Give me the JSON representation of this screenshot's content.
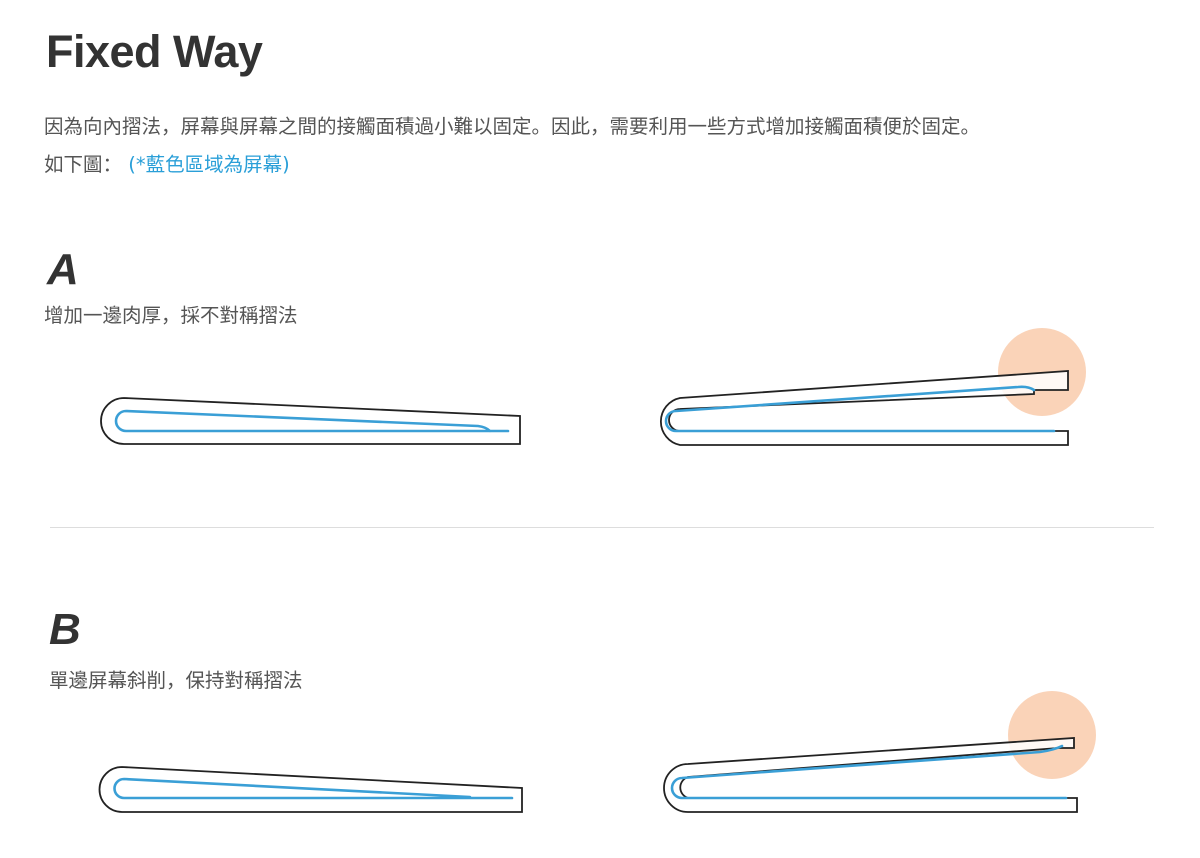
{
  "page": {
    "title": "Fixed Way",
    "intro_line1": "因為向內摺法，屏幕與屏幕之間的接觸面積過小難以固定。因此，需要利用一些方式增加接觸面積便於固定。",
    "intro_line2_prefix": "如下圖：",
    "intro_line2_highlight": "(*藍色區域為屏幕)"
  },
  "sections": [
    {
      "letter": "A",
      "description": "增加一邊肉厚，採不對稱摺法"
    },
    {
      "letter": "B",
      "description": "單邊屏幕斜削，保持對稱摺法"
    }
  ],
  "colors": {
    "screen_blue": "#3a9fd6",
    "outline": "#222222",
    "contact_highlight": "#f8c4a0",
    "divider": "#dddddd"
  }
}
